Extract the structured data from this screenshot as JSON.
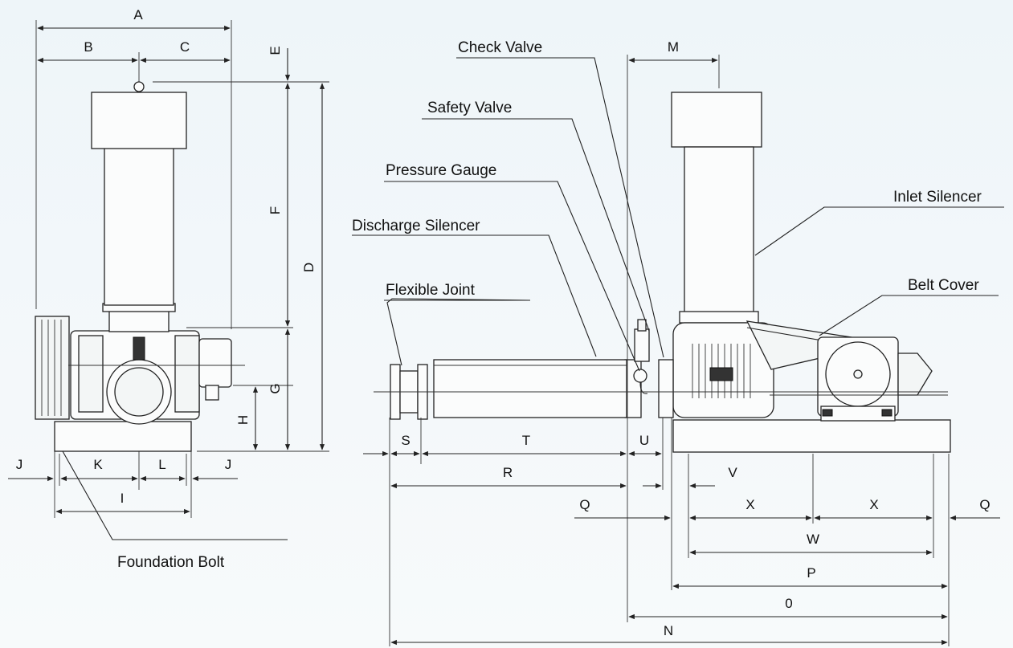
{
  "dimension_labels": {
    "A": "A",
    "B": "B",
    "C": "C",
    "D": "D",
    "E": "E",
    "F": "F",
    "G": "G",
    "H": "H",
    "I": "I",
    "J": "J",
    "K": "K",
    "L": "L",
    "M": "M",
    "N": "N",
    "O": "0",
    "P": "P",
    "Q": "Q",
    "R": "R",
    "S": "S",
    "T": "T",
    "U": "U",
    "V": "V",
    "W": "W",
    "X": "X"
  },
  "callouts": {
    "check_valve": "Check Valve",
    "safety_valve": "Safety Valve",
    "pressure_gauge": "Pressure Gauge",
    "discharge_silencer": "Discharge Silencer",
    "flexible_joint": "Flexible Joint",
    "inlet_silencer": "Inlet Silencer",
    "belt_cover": "Belt Cover",
    "foundation_bolt": "Foundation Bolt"
  }
}
